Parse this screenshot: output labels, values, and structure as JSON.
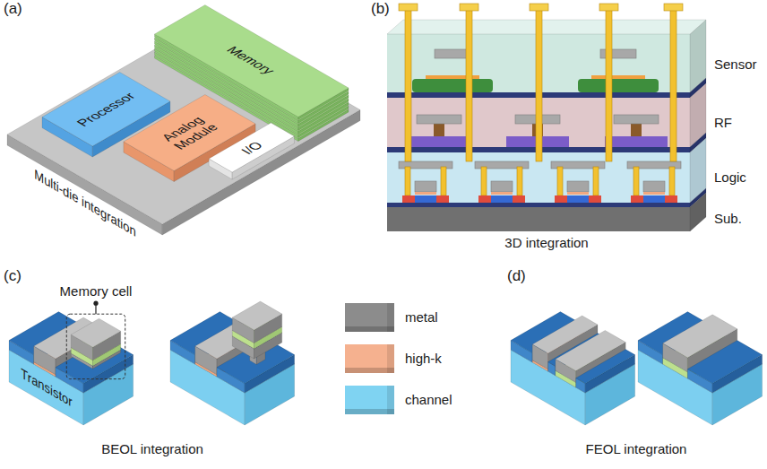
{
  "diagram": {
    "nodes": [
      {
        "text": [
          "Multi-die integration"
        ]
      },
      {
        "text": [
          "Memory"
        ],
        "in": 0
      },
      {
        "text": [
          "Processor"
        ],
        "in": 0
      },
      {
        "text": [
          "Analog Module"
        ],
        "in": 0
      },
      {
        "text": [
          "I/O"
        ],
        "in": 0
      },
      {
        "text": [
          "Transistor"
        ]
      }
    ],
    "labels": [
      "(a)",
      "(b)",
      "(c)",
      "(d)",
      "Sensor",
      "RF",
      "Logic",
      "Sub.",
      "3D integration",
      "Memory cell",
      "BEOL integration",
      "FEOL integration"
    ],
    "legend": [
      {
        "text": "metal",
        "color": "#8c8c8c"
      },
      {
        "text": "high-k",
        "color": "#f5b18f"
      },
      {
        "text": "channel",
        "color": "#7fd3f2"
      }
    ]
  }
}
